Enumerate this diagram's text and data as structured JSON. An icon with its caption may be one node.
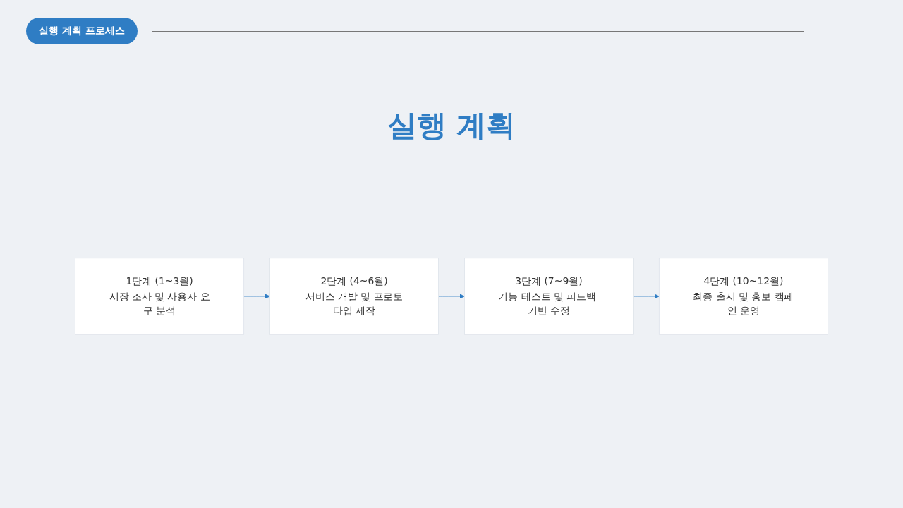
{
  "diagram": {
    "title": "실행 계획",
    "nodes": [
      {
        "text": [
          "1단계 (1~3월)",
          "시장 조사 및 사용자 요구 분석"
        ]
      },
      {
        "text": [
          "2단계 (4~6월)",
          "서비스 개발 및 프로토타입 제작"
        ]
      },
      {
        "text": [
          "3단계 (7~9월)",
          "기능 테스트 및 피드백 기반 수정"
        ]
      },
      {
        "text": [
          "4단계 (10~12월)",
          "최종 출시 및 홍보 캠페인 운영"
        ]
      }
    ],
    "edges": [
      {
        "from": 0,
        "to": 1,
        "arrow": "to"
      },
      {
        "from": 1,
        "to": 2,
        "arrow": "to"
      },
      {
        "from": 2,
        "to": 3,
        "arrow": "to"
      }
    ],
    "labels": [
      "실행 계획 프로세스"
    ]
  }
}
